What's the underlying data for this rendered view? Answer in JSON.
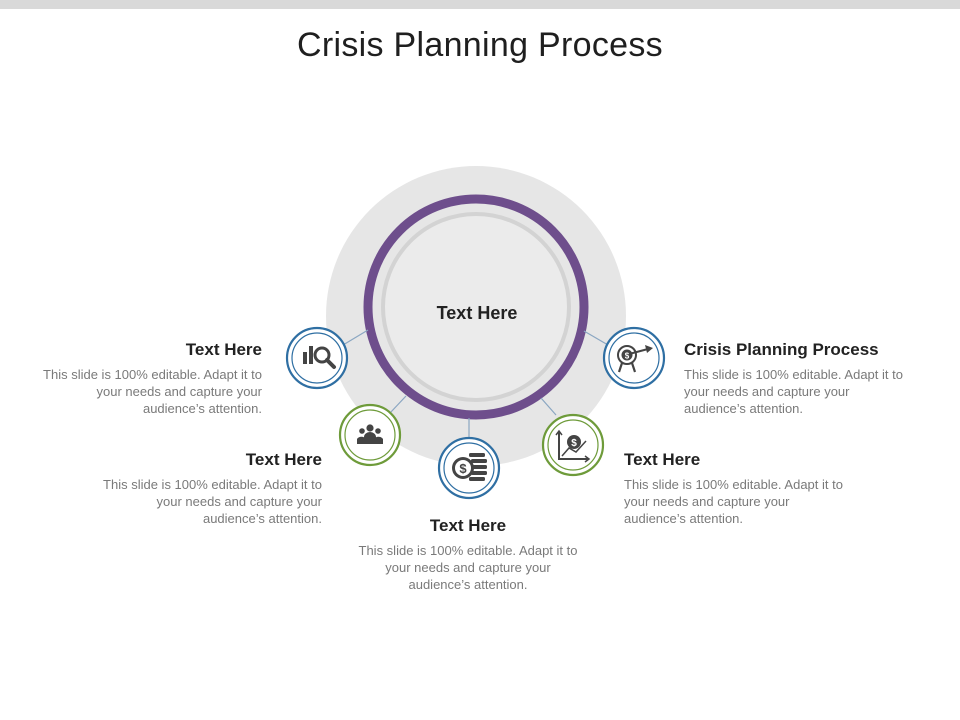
{
  "slide": {
    "title": "Crisis Planning Process",
    "center_label": "Text Here"
  },
  "items": [
    {
      "heading": "Text Here",
      "body": "This slide is 100% editable. Adapt it to your needs and capture your audience’s attention.",
      "icon": "analytics-magnifier-icon",
      "ring_color": "#2f6fa3"
    },
    {
      "heading": "Text Here",
      "body": "This slide is 100% editable. Adapt it to your needs and capture your audience’s attention.",
      "icon": "team-group-icon",
      "ring_color": "#6e9b3a"
    },
    {
      "heading": "Text Here",
      "body": "This slide is 100% editable. Adapt it to your needs and capture your audience’s attention.",
      "icon": "coins-dollar-icon",
      "ring_color": "#2f6fa3"
    },
    {
      "heading": "Text Here",
      "body": "This slide is 100% editable. Adapt it to your needs and capture your audience’s attention.",
      "icon": "growth-chart-dollar-icon",
      "ring_color": "#6e9b3a"
    },
    {
      "heading": "Crisis Planning Process",
      "body": "This slide is 100% editable. Adapt it to your needs and capture your audience’s attention.",
      "icon": "target-dollar-icon",
      "ring_color": "#2f6fa3"
    }
  ],
  "colors": {
    "main_ring": "#6e4e8c",
    "halo": "#e6e6e6",
    "blue": "#2f6fa3",
    "green": "#6e9b3a",
    "icon_fill": "#444444"
  }
}
